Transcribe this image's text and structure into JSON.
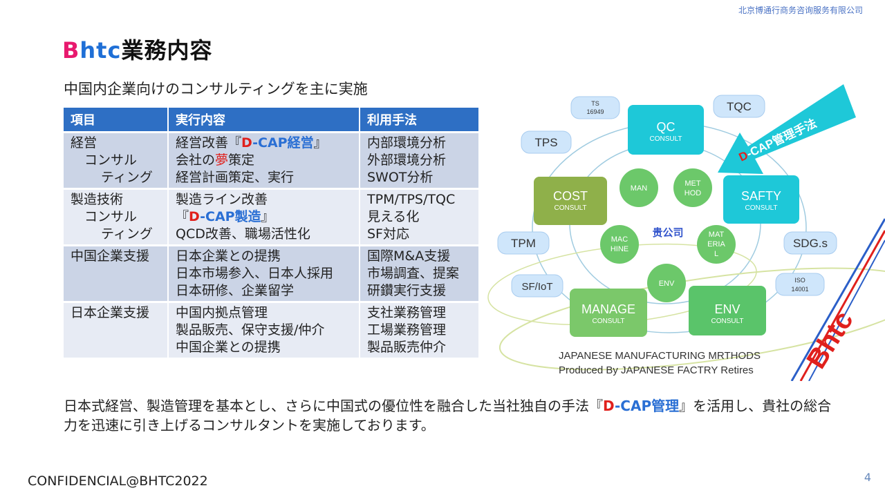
{
  "company": "北京博通行商务咨询服务有限公司",
  "title": {
    "brand_b": "B",
    "brand_rest": "htc",
    "text": "業務内容"
  },
  "subtitle": "中国内企業向けのコンサルティングを主に実施",
  "table": {
    "headers": [
      "項目",
      "実行内容",
      "利用手法"
    ],
    "rows": [
      {
        "item": [
          "経営",
          "コンサル",
          "ティング"
        ],
        "content": {
          "l1_pre": "経営改善『",
          "l1_d": "D",
          "l1_cap": "-CAP経営",
          "l1_post": "』",
          "l2_pre": "会社の",
          "l2_red": "夢",
          "l2_post": "策定",
          "l3": "経営計画策定、実行"
        },
        "methods": [
          "内部環境分析",
          "外部環境分析",
          "SWOT分析"
        ]
      },
      {
        "item": [
          "製造技術",
          "コンサル",
          "ティング"
        ],
        "content": {
          "l1": "製造ライン改善",
          "l2_pre": "『",
          "l2_d": "D",
          "l2_cap": "-CAP製造",
          "l2_post": "』",
          "l3": "QCD改善、職場活性化"
        },
        "methods": [
          "TPM/TPS/TQC",
          "見える化",
          "SF対応"
        ]
      },
      {
        "item": [
          "中国企業支援"
        ],
        "content": [
          "日本企業との提携",
          "日本市場参入、日本人採用",
          "日本研修、企業留学"
        ],
        "methods": [
          "国際M&A支援",
          "市場調査、提案",
          "研鑽実行支援"
        ]
      },
      {
        "item": [
          "日本企業支援"
        ],
        "content": [
          "中国内拠点管理",
          "製品販売、保守支援/仲介",
          "中国企業との提携"
        ],
        "methods": [
          "支社業務管理",
          "工場業務管理",
          "製品販売仲介"
        ]
      }
    ]
  },
  "diagram": {
    "center": "贵公司",
    "arrow_label": {
      "d": "D",
      "rest": "-CAP管理手法"
    },
    "consults": [
      {
        "name": "QC",
        "sub": "CONSULT"
      },
      {
        "name": "SAFTY",
        "sub": "CONSULT"
      },
      {
        "name": "ENV",
        "sub": "CONSULT"
      },
      {
        "name": "MANAGE",
        "sub": "CONSULT"
      },
      {
        "name": "COST",
        "sub": "CONSULT"
      }
    ],
    "inner": [
      {
        "lines": [
          "MAN"
        ]
      },
      {
        "lines": [
          "MET",
          "HOD"
        ]
      },
      {
        "lines": [
          "MAT",
          "ERIA",
          "L"
        ]
      },
      {
        "lines": [
          "ENV"
        ]
      },
      {
        "lines": [
          "MAC",
          "HINE"
        ]
      }
    ],
    "tags": [
      {
        "lines": [
          "TS",
          "16949"
        ]
      },
      {
        "lines": [
          "TQC"
        ]
      },
      {
        "lines": [
          "TPS"
        ]
      },
      {
        "lines": [
          "TPM"
        ]
      },
      {
        "lines": [
          "SDG.s"
        ]
      },
      {
        "lines": [
          "SF/IoT"
        ]
      },
      {
        "lines": [
          "ISO",
          "14001"
        ]
      }
    ],
    "caption1": "JAPANESE MANUFACTURING MRTHODS",
    "caption2": "Produced By JAPANESE FACTRY Retires",
    "logo": "Bhtc"
  },
  "paragraph": {
    "pre": "日本式経営、製造管理を基本とし、さらに中国式の優位性を融合した当社独自の手法『",
    "d": "D",
    "cap": "-CAP管理",
    "post": "』を活用し、貴社の総合力を迅速に引き上げるコンサルタントを実施しております。"
  },
  "footer": "CONFIDENCIAL@BHTC2022",
  "page_number": "4",
  "colors": {
    "header_blue": "#2e6fc4",
    "teal": "#1ec8d8",
    "green": "#7bc86a",
    "olive": "#8fb04a",
    "light_blue": "#cfe6fb",
    "red": "#e0201c"
  }
}
